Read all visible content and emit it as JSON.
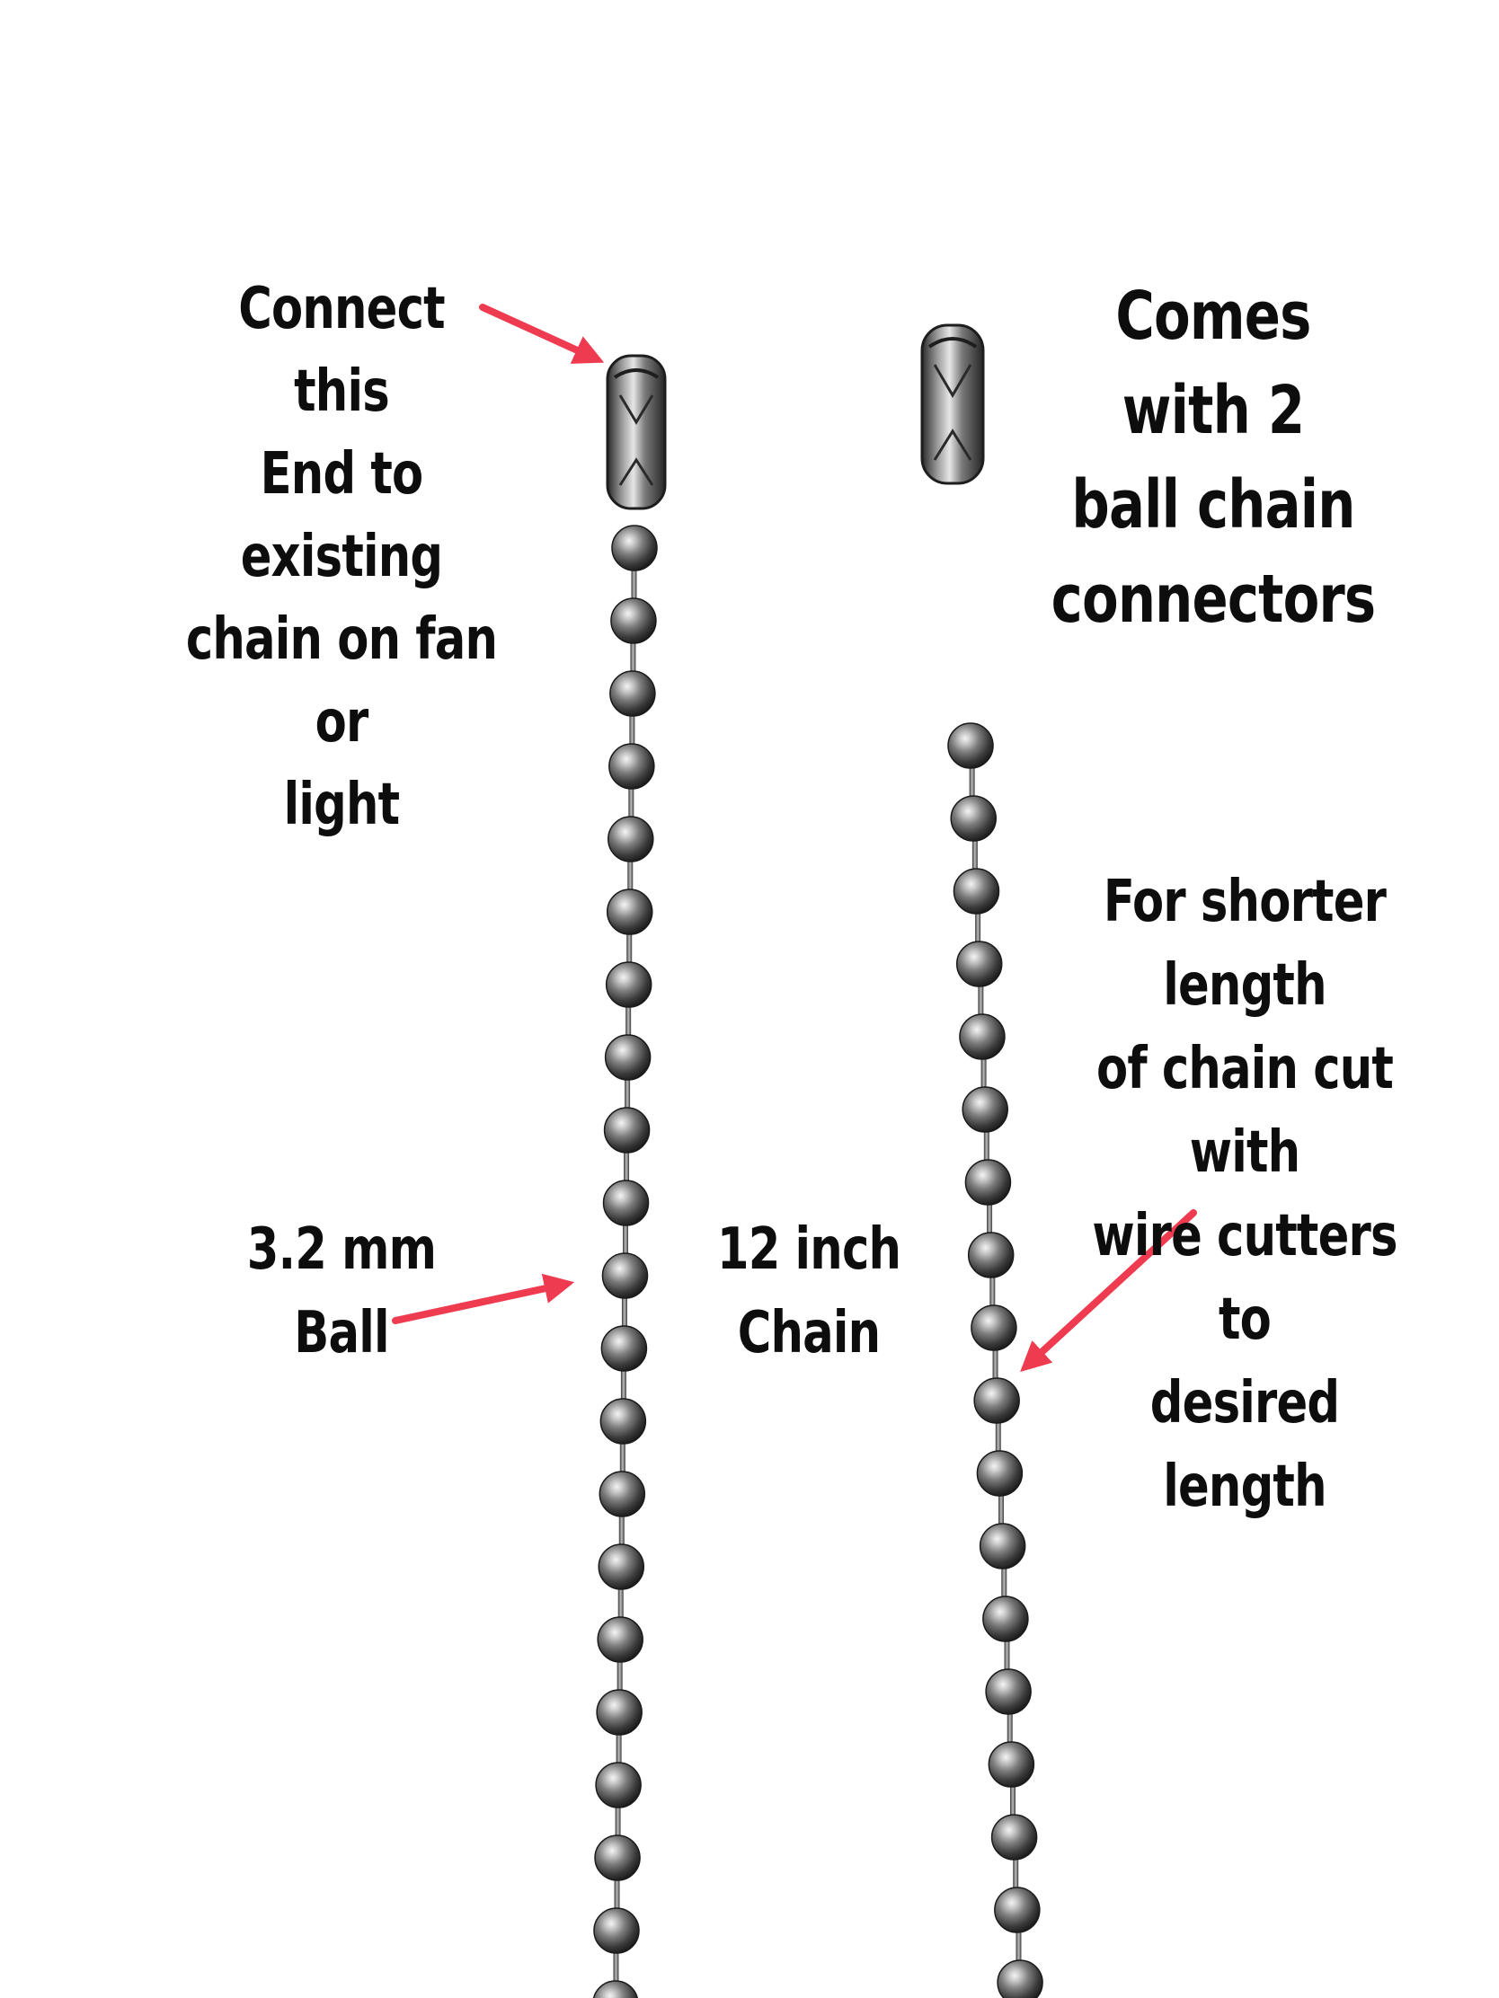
{
  "annotations": {
    "connect_end": "Connect this\nEnd to existing\nchain on fan or\nlight",
    "connectors_included": "Comes with 2\nball chain\nconnectors",
    "cut_instructions": "For shorter length\nof chain cut with\nwire cutters to\ndesired length",
    "ball_size": "3.2 mm\nBall",
    "chain_length": "12 inch\nChain"
  },
  "colors": {
    "background": "#ffffff",
    "text": "#0d0d0d",
    "arrow": "#ef3b4f",
    "metal_light": "#e8e8e8",
    "metal_mid": "#8a8a8a",
    "metal_dark": "#2a2a2a"
  },
  "objects": {
    "left_chain": "ball-chain",
    "right_chain": "ball-chain",
    "loose_connector": "ball-chain-connector"
  }
}
